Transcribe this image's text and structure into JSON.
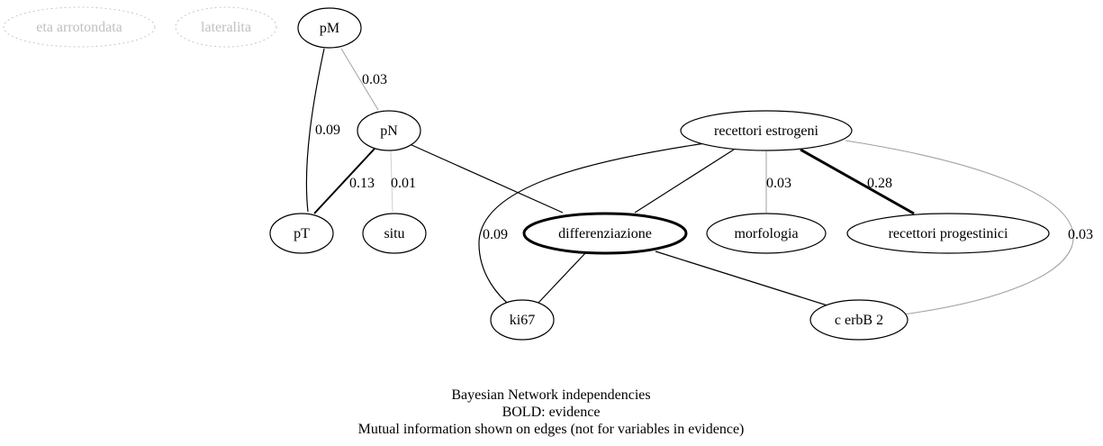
{
  "nodes": {
    "eta_arrotondata": "eta arrotondata",
    "lateralita": "lateralita",
    "pM": "pM",
    "pN": "pN",
    "pT": "pT",
    "situ": "situ",
    "recettori_estrogeni": "recettori estrogeni",
    "differenziazione": "differenziazione",
    "morfologia": "morfologia",
    "recettori_progestinici": "recettori progestinici",
    "ki67": "ki67",
    "c_erbB_2": "c erbB 2"
  },
  "edges": {
    "pM_pN": "0.03",
    "pM_pT": "0.09",
    "pN_pT": "0.13",
    "pN_situ": "0.01",
    "re_morfologia": "0.03",
    "re_progestinici": "0.28",
    "re_ki67": "0.09",
    "re_cerbB2": "0.03"
  },
  "evidence_nodes": [
    "differenziazione"
  ],
  "disconnected_nodes": [
    "eta arrotondata",
    "lateralita"
  ],
  "caption": {
    "line1": "Bayesian Network independencies",
    "line2": "BOLD: evidence",
    "line3": "Mutual information shown on edges (not for variables in evidence)"
  }
}
